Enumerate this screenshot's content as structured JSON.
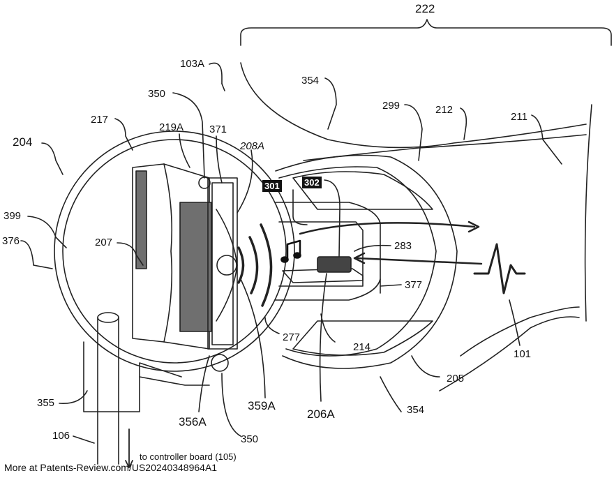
{
  "labels": {
    "l222": "222",
    "l103A": "103A",
    "l354_top": "354",
    "l299": "299",
    "l212": "212",
    "l211": "211",
    "l350_top": "350",
    "l217": "217",
    "l219A": "219A",
    "l371": "371",
    "l208A": "208A",
    "l204": "204",
    "l301": "301",
    "l302": "302",
    "l399": "399",
    "l376": "376",
    "l207": "207",
    "l283": "283",
    "l377": "377",
    "l277": "277",
    "l214": "214",
    "l101": "101",
    "l205": "205",
    "l355": "355",
    "l354_bottom": "354",
    "l356A": "356A",
    "l359A": "359A",
    "l206A": "206A",
    "l350_bottom": "350",
    "l106": "106",
    "controller_note": "to controller board (105)"
  },
  "footer": "More at Patents-Review.com/US20240348964A1",
  "colors": {
    "line": "#222222",
    "driver_gray": "#6f6f6f",
    "chip": "#444444"
  }
}
